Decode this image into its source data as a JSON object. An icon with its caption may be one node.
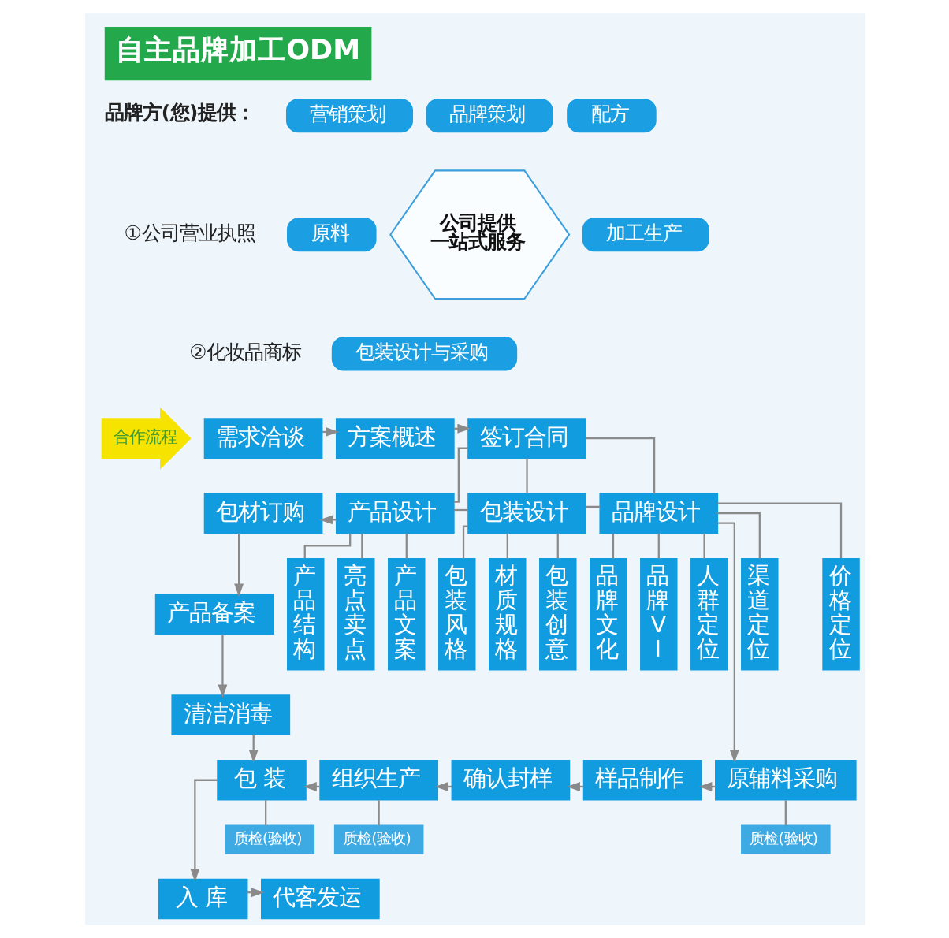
{
  "diagram": {
    "title": "自主品牌加工ODM",
    "nodes": [
      {
        "text": [
          "品牌策划"
        ]
      },
      {
        "text": [
          "营销策划"
        ]
      },
      {
        "text": [
          "公司提供一站式服务"
        ]
      },
      {
        "text": [
          "配方"
        ]
      },
      {
        "text": [
          "原料"
        ]
      },
      {
        "text": [
          "加工生产"
        ]
      },
      {
        "text": [
          "包装设计与采购"
        ]
      },
      {
        "text": [
          "合作流程"
        ]
      },
      {
        "text": [
          "需求洽谈"
        ]
      },
      {
        "text": [
          "方案概述"
        ]
      },
      {
        "text": [
          "签订合同"
        ]
      },
      {
        "text": [
          "包材订购"
        ]
      },
      {
        "text": [
          "产品设计"
        ]
      },
      {
        "text": [
          "包装设计"
        ]
      },
      {
        "text": [
          "品牌设计"
        ]
      },
      {
        "text": [
          "产品备案"
        ]
      },
      {
        "text": [
          "产品结构"
        ]
      },
      {
        "text": [
          "亮点卖点"
        ]
      },
      {
        "text": [
          "产品文案"
        ]
      },
      {
        "text": [
          "包装风格"
        ]
      },
      {
        "text": [
          "材质规格"
        ]
      },
      {
        "text": [
          "包装创意"
        ]
      },
      {
        "text": [
          "品牌文化"
        ]
      },
      {
        "text": [
          "品牌VI"
        ]
      },
      {
        "text": [
          "人群定位"
        ]
      },
      {
        "text": [
          "渠道定位"
        ]
      },
      {
        "text": [
          "价格定位"
        ]
      },
      {
        "text": [
          "清洁消毒"
        ]
      },
      {
        "text": [
          "包 装"
        ]
      },
      {
        "text": [
          "组织生产"
        ]
      },
      {
        "text": [
          "确认封样"
        ]
      },
      {
        "text": [
          "样品制作"
        ]
      },
      {
        "text": [
          "原辅料采购"
        ]
      },
      {
        "text": [
          "质检(验收)"
        ]
      },
      {
        "text": [
          "质检(验收)"
        ]
      },
      {
        "text": [
          "质检(验收)"
        ]
      },
      {
        "text": [
          "入 库"
        ]
      },
      {
        "text": [
          "代客发运"
        ]
      }
    ],
    "edges": [
      {
        "from": 8,
        "to": 9,
        "arrow": "to"
      },
      {
        "from": 9,
        "to": 10,
        "arrow": "to"
      },
      {
        "from": 10,
        "to": 12,
        "arrow": "none"
      },
      {
        "from": 10,
        "to": 13,
        "arrow": "none"
      },
      {
        "from": 10,
        "to": 14,
        "arrow": "none"
      },
      {
        "from": 12,
        "to": 11,
        "arrow": "to"
      },
      {
        "from": 12,
        "to": 13,
        "arrow": "none"
      },
      {
        "from": 13,
        "to": 14,
        "arrow": "none"
      },
      {
        "from": 14,
        "to": 32,
        "arrow": "to"
      },
      {
        "from": 12,
        "to": 16,
        "arrow": "none"
      },
      {
        "from": 12,
        "to": 17,
        "arrow": "none"
      },
      {
        "from": 12,
        "to": 18,
        "arrow": "none"
      },
      {
        "from": 13,
        "to": 19,
        "arrow": "none"
      },
      {
        "from": 13,
        "to": 20,
        "arrow": "none"
      },
      {
        "from": 13,
        "to": 21,
        "arrow": "none"
      },
      {
        "from": 14,
        "to": 22,
        "arrow": "none"
      },
      {
        "from": 14,
        "to": 23,
        "arrow": "none"
      },
      {
        "from": 14,
        "to": 24,
        "arrow": "none"
      },
      {
        "from": 14,
        "to": 25,
        "arrow": "none"
      },
      {
        "from": 14,
        "to": 26,
        "arrow": "none"
      },
      {
        "from": 11,
        "to": 15,
        "arrow": "to"
      },
      {
        "from": 15,
        "to": 27,
        "arrow": "to"
      },
      {
        "from": 27,
        "to": 28,
        "arrow": "to"
      },
      {
        "from": 32,
        "to": 31,
        "arrow": "to"
      },
      {
        "from": 31,
        "to": 30,
        "arrow": "to"
      },
      {
        "from": 30,
        "to": 29,
        "arrow": "to"
      },
      {
        "from": 29,
        "to": 28,
        "arrow": "to"
      },
      {
        "from": 28,
        "to": 33,
        "arrow": "none"
      },
      {
        "from": 29,
        "to": 34,
        "arrow": "none"
      },
      {
        "from": 32,
        "to": 35,
        "arrow": "none"
      },
      {
        "from": 28,
        "to": 36,
        "arrow": "to"
      },
      {
        "from": 36,
        "to": 37,
        "arrow": "to"
      }
    ],
    "labels": [
      "品牌方(您)提供：",
      "①公司营业执照",
      "②化妆品商标"
    ]
  }
}
